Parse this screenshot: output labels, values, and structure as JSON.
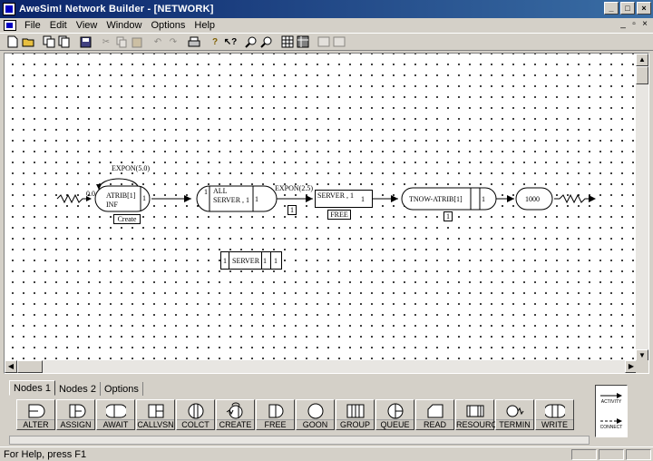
{
  "window": {
    "title": "AweSim! Network Builder - [NETWORK]"
  },
  "menu": {
    "items": [
      {
        "label": "File"
      },
      {
        "label": "Edit"
      },
      {
        "label": "View"
      },
      {
        "label": "Window"
      },
      {
        "label": "Options"
      },
      {
        "label": "Help"
      }
    ]
  },
  "network": {
    "create": {
      "interval": "EXPON(5.0)",
      "first": "0.0",
      "attrib": "ATRIB[1]",
      "limit": "INF",
      "m": "1",
      "caption": "Create"
    },
    "await": {
      "left_num": "1",
      "line1": "ALL",
      "line2": "SERVER , 1",
      "right_num": "1"
    },
    "activity1": {
      "duration": "EXPON(2.5)",
      "activity_num": "1"
    },
    "free": {
      "label": "SERVER , 1",
      "m": "1",
      "caption": "FREE"
    },
    "collect": {
      "expression": "TNOW-ATRIB[1]",
      "m": "1",
      "number": "1"
    },
    "term": {
      "limit": "1000"
    },
    "resource": {
      "left_num": "1",
      "name": "SERVER",
      "capacity": "1",
      "right_num": "1"
    }
  },
  "palette": {
    "tabs": [
      {
        "label": "Nodes 1"
      },
      {
        "label": "Nodes 2"
      },
      {
        "label": "Options"
      }
    ],
    "buttons": [
      {
        "label": "ALTER"
      },
      {
        "label": "ASSIGN"
      },
      {
        "label": "AWAIT"
      },
      {
        "label": "CALLVSN"
      },
      {
        "label": "COLCT"
      },
      {
        "label": "CREATE"
      },
      {
        "label": "FREE"
      },
      {
        "label": "GOON"
      },
      {
        "label": "GROUP"
      },
      {
        "label": "QUEUE"
      },
      {
        "label": "READ"
      },
      {
        "label": "RESOURCE"
      },
      {
        "label": "TERMIN"
      },
      {
        "label": "WRITE"
      }
    ],
    "side": {
      "activity": "ACTIVITY",
      "connect": "CONNECT"
    }
  },
  "status": {
    "text": "For Help, press F1"
  }
}
